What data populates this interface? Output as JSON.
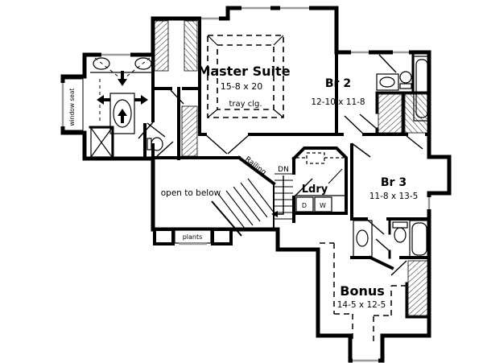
{
  "plan": {
    "colors": {
      "wall": "#000000",
      "window": "#9a9a9a",
      "background": "#ffffff"
    },
    "rooms": {
      "master_suite": {
        "label": "Master Suite",
        "dimensions": "15-8 x 20",
        "ceiling_note": "tray clg."
      },
      "br2": {
        "label": "Br 2",
        "dimensions": "12-10 x 11-8"
      },
      "br3": {
        "label": "Br 3",
        "dimensions": "11-8 x 13-5"
      },
      "bonus": {
        "label": "Bonus",
        "dimensions": "14-5 x 12-5"
      },
      "laundry": {
        "label": "Ldry"
      }
    },
    "annotations": {
      "open_to_below": "open to below",
      "railing": "Railing",
      "down": "DN",
      "plants": "plants",
      "window_seat": "window seat",
      "dryer": "D",
      "washer": "W"
    }
  }
}
